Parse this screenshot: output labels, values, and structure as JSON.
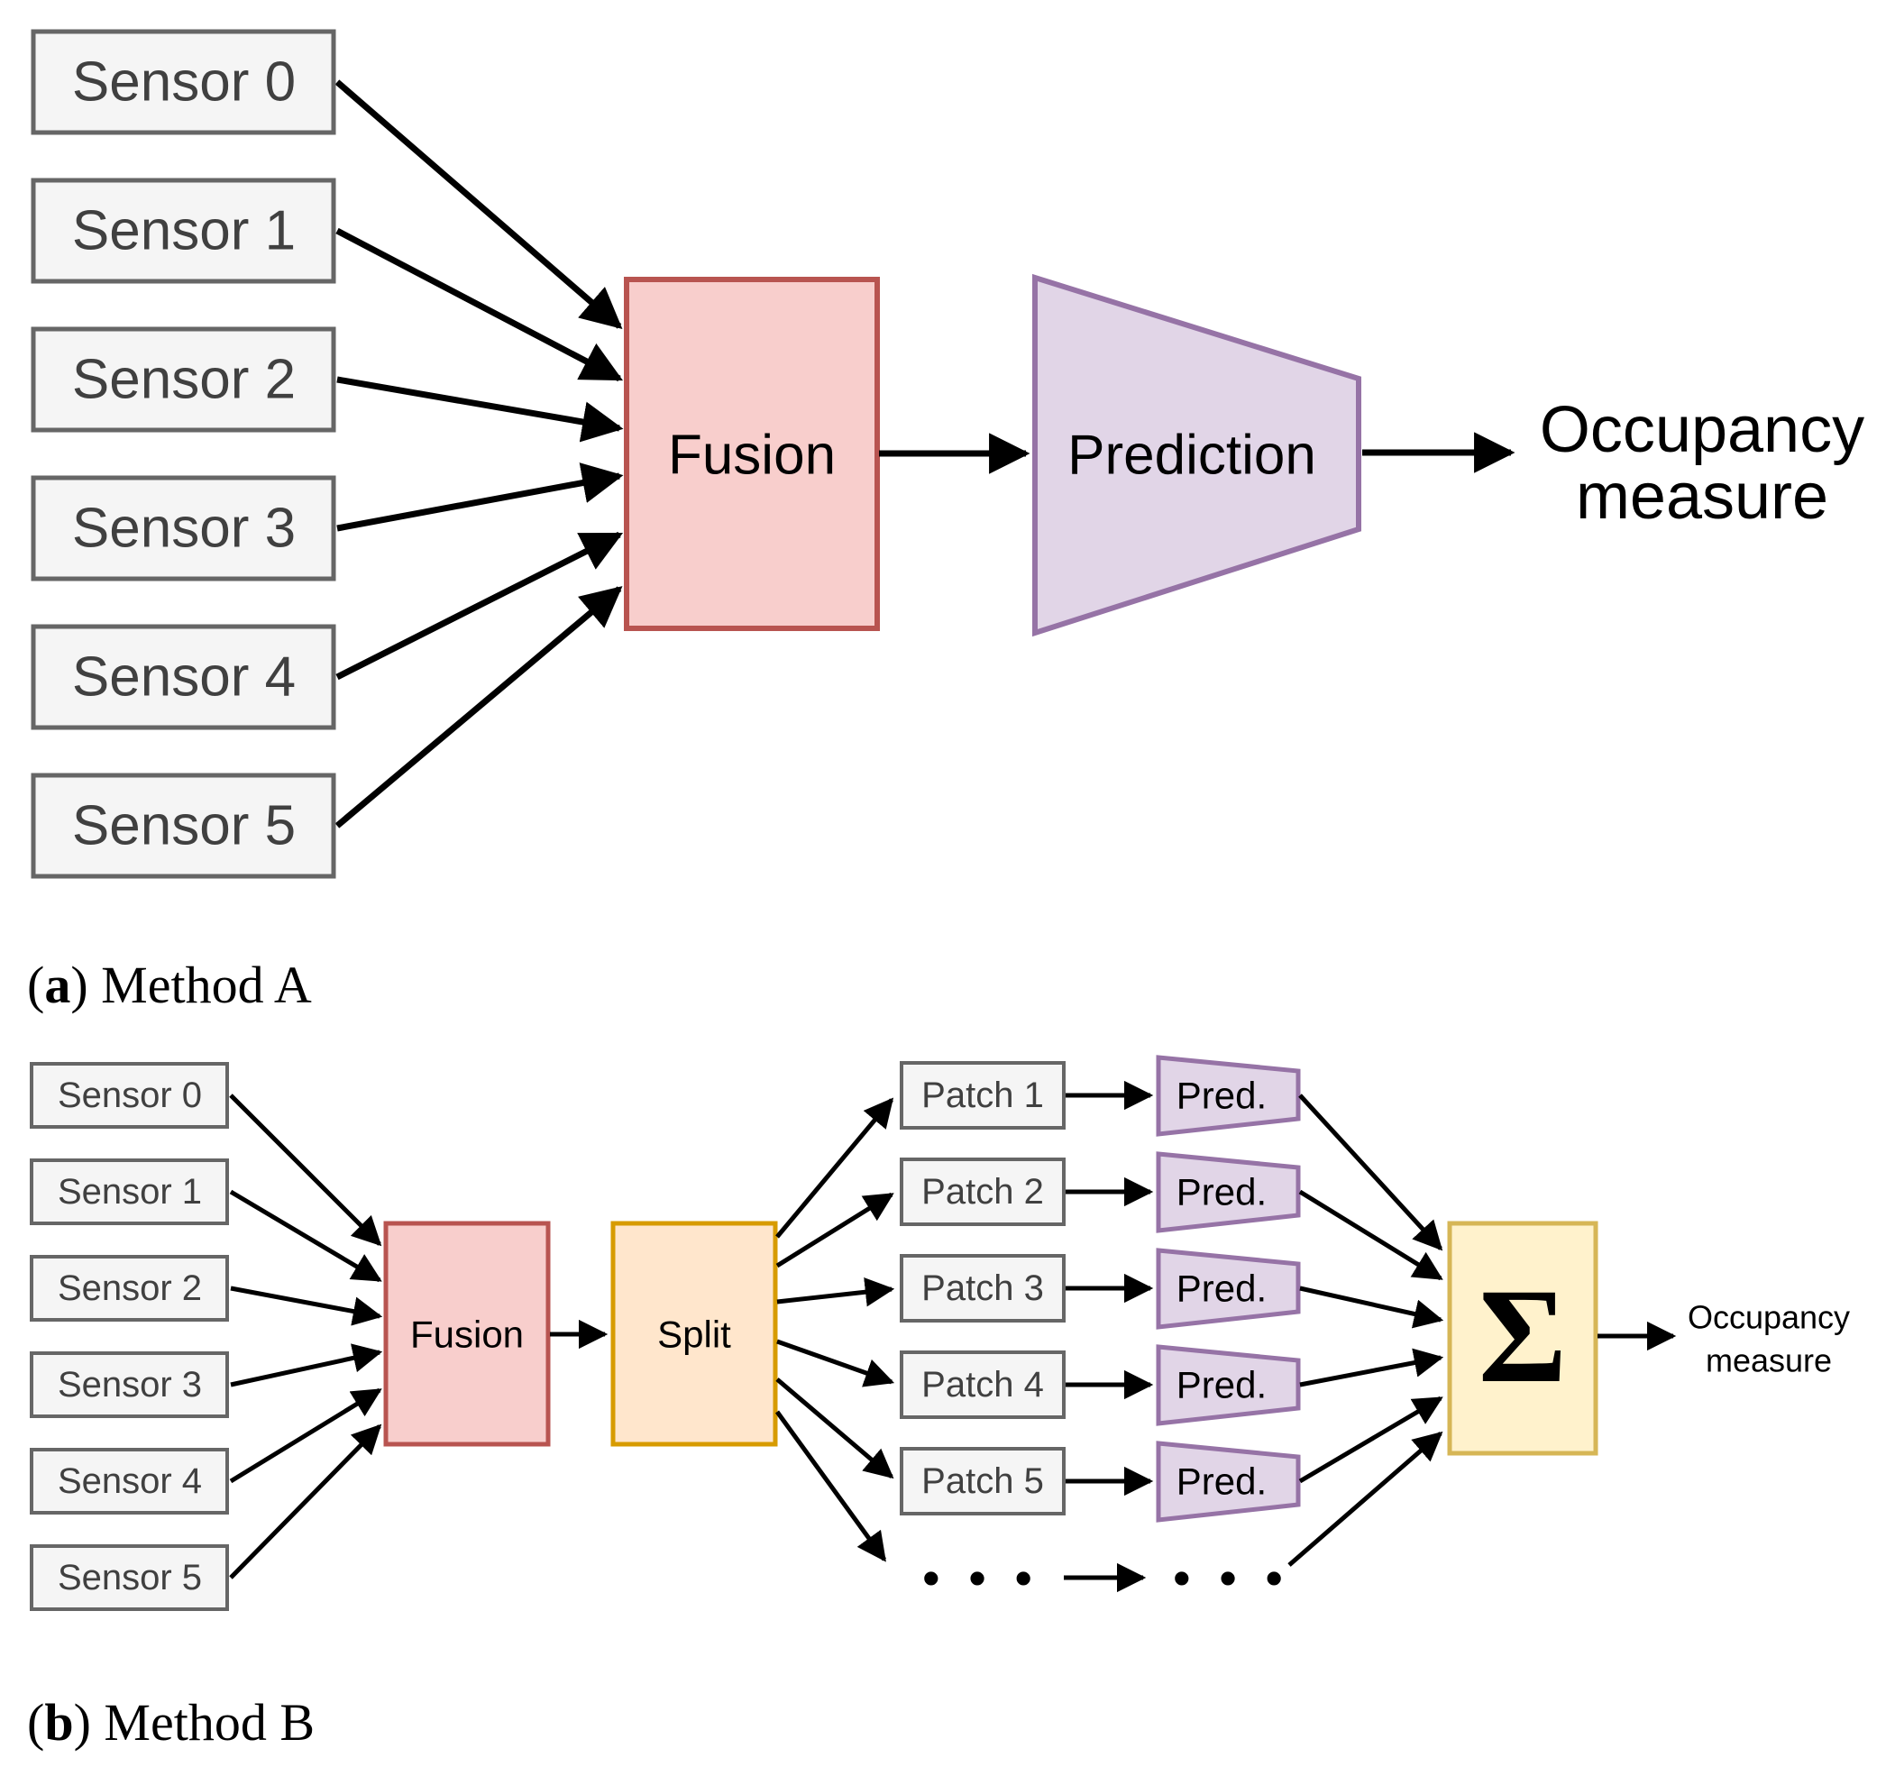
{
  "colors": {
    "background": "#ffffff",
    "sensor_box_fill": "#f5f5f5",
    "sensor_box_stroke": "#666666",
    "fusion_fill": "#f8cecc",
    "fusion_stroke": "#b85450",
    "split_fill": "#ffe6cc",
    "split_stroke": "#d79b00",
    "prediction_fill": "#e1d5e7",
    "prediction_stroke": "#9673a6",
    "sum_fill": "#fff2cc",
    "sum_stroke": "#d6b656",
    "arrow_color": "#000000",
    "sensor_label_color": "#404040",
    "node_label_color": "#000000"
  },
  "panel_a": {
    "sensors": [
      "Sensor 0",
      "Sensor 1",
      "Sensor 2",
      "Sensor 3",
      "Sensor 4",
      "Sensor 5"
    ],
    "fusion_label": "Fusion",
    "prediction_label": "Prediction",
    "output": {
      "line1": "Occupancy",
      "line2": "measure"
    },
    "caption": {
      "prefix": "(",
      "letter": "a",
      "suffix": ") Method A"
    }
  },
  "panel_b": {
    "sensors": [
      "Sensor 0",
      "Sensor 1",
      "Sensor 2",
      "Sensor 3",
      "Sensor 4",
      "Sensor 5"
    ],
    "fusion_label": "Fusion",
    "split_label": "Split",
    "patches": [
      "Patch 1",
      "Patch 2",
      "Patch 3",
      "Patch 4",
      "Patch 5"
    ],
    "pred_labels": [
      "Pred.",
      "Pred.",
      "Pred.",
      "Pred.",
      "Pred."
    ],
    "sum_label": "Σ",
    "ellipsis_left": "• • •",
    "ellipsis_right": "• • •",
    "output": {
      "line1": "Occupancy",
      "line2": "measure"
    },
    "caption": {
      "prefix": "(",
      "letter": "b",
      "suffix": ") Method B"
    }
  }
}
